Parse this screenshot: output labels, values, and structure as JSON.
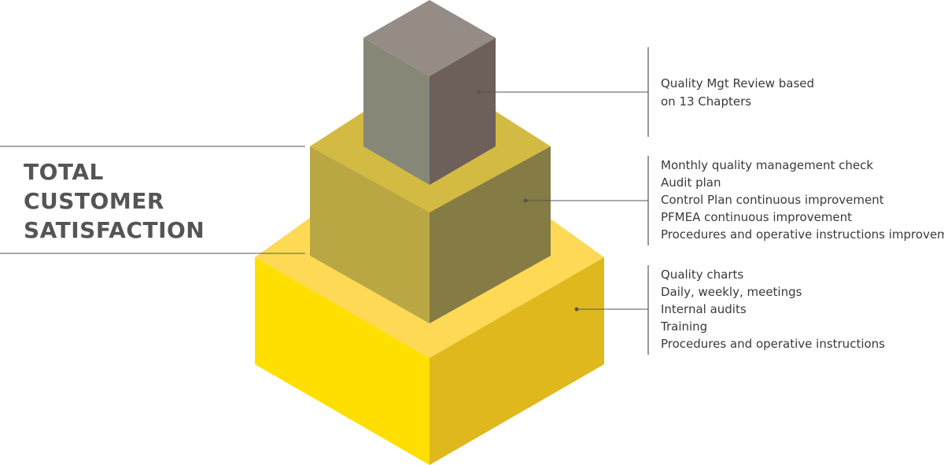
{
  "title": {
    "lines": [
      "TOTAL",
      "CUSTOMER",
      "SATISFACTION"
    ]
  },
  "tiers": [
    {
      "id": "top",
      "colors": {
        "top": "#968c86",
        "left": "#878778",
        "right": "#6d5f59"
      },
      "lines": [
        "Quality Mgt Review based",
        "on 13 Chapters"
      ]
    },
    {
      "id": "middle",
      "colors": {
        "top": "#d3ba42",
        "left": "#b9a744",
        "right": "#857b45"
      },
      "lines": [
        "Monthly quality management check",
        "Audit plan",
        "Control Plan continuous improvement",
        "PFMEA continuous improvement",
        "Procedures and operative instructions improvement"
      ]
    },
    {
      "id": "bottom",
      "colors": {
        "top": "#fdd955",
        "left": "#ffdf00",
        "right": "#dfb81e"
      },
      "lines": [
        "Quality charts",
        "Daily, weekly, meetings",
        "Internal audits",
        "Training",
        "Procedures and operative instructions"
      ]
    }
  ],
  "line_color": "#555555"
}
